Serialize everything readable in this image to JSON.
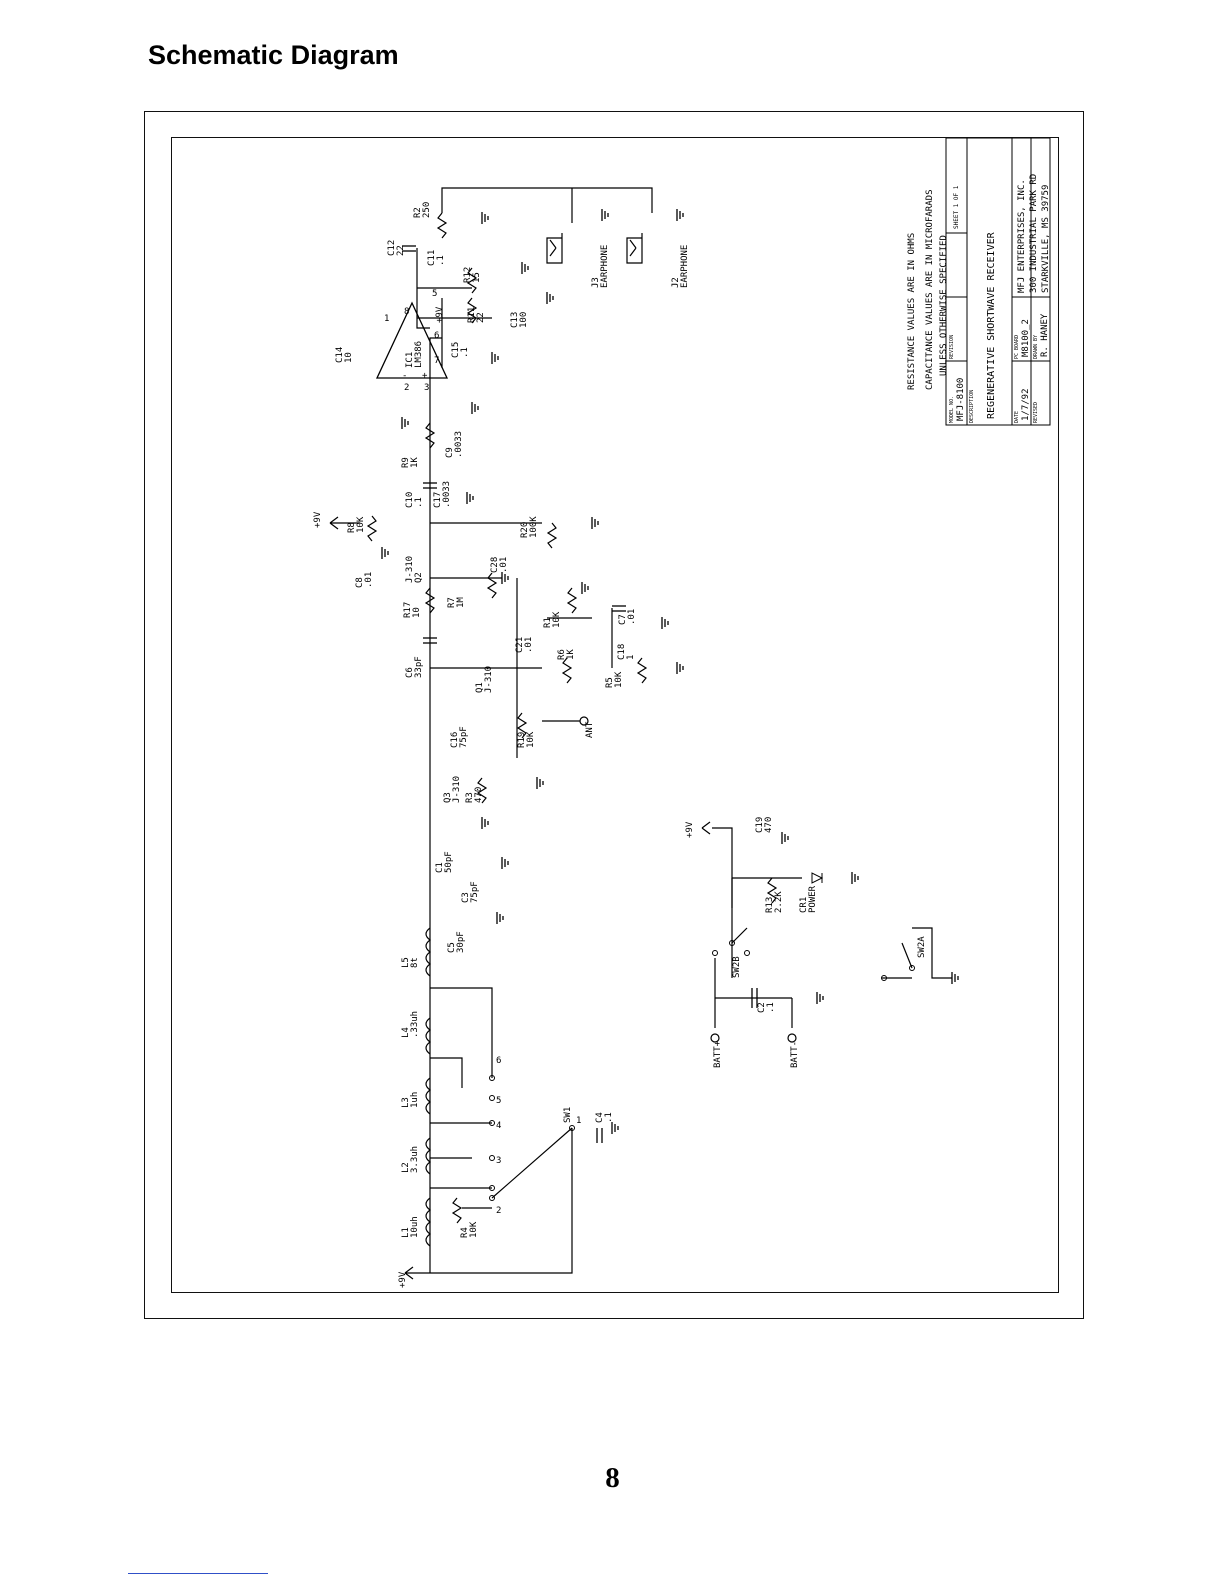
{
  "page": {
    "title": "Schematic Diagram",
    "page_number": "8"
  },
  "title_block": {
    "notes": [
      "RESISTANCE VALUES ARE IN OHMS",
      "CAPACITANCE VALUES ARE IN MICROFARADS",
      "UNLESS OTHERWISE SPECIFIED"
    ],
    "model_no_label": "MODEL NO.",
    "model_no": "MFJ-8100",
    "revision_label": "REVISION",
    "sheet": "SHEET 1 OF 1",
    "description_label": "DESCRIPTION",
    "description": "REGENERATIVE SHORTWAVE RECEIVER",
    "date_label": "DATE",
    "date": "1/7/92",
    "pc_board_label": "PC BOARD",
    "pc_board": "M8100_2",
    "drawn_by_label": "DRAWN BY",
    "drawn_by": "R. HANEY",
    "revised_label": "REVISED",
    "company": [
      "MFJ ENTERPRISES, INC.",
      "300 INDUSTRIAL PARK RD",
      "STARKVILLE, MS 39759"
    ]
  },
  "components": {
    "r2": [
      "R2",
      "250"
    ],
    "c12": [
      "C12",
      "22"
    ],
    "c11": [
      "C11",
      ".1"
    ],
    "r12": [
      "R12",
      "15"
    ],
    "r11": [
      "R11",
      "22"
    ],
    "c13": [
      "C13",
      "100"
    ],
    "c15": [
      "C15",
      ".1"
    ],
    "c14": [
      "C14",
      "10"
    ],
    "ic1": [
      "IC1",
      "LM386"
    ],
    "c9": [
      "C9",
      ".0033"
    ],
    "r9": [
      "R9",
      "1K"
    ],
    "c10": [
      "C10",
      ".1"
    ],
    "c17": [
      "C17",
      ".0033"
    ],
    "r8": [
      "R8",
      "10K"
    ],
    "r20": [
      "R20",
      "100K"
    ],
    "q2": [
      "J-310",
      "Q2"
    ],
    "c28": [
      "C28",
      ".01"
    ],
    "c8": [
      "C8",
      ".01"
    ],
    "r17": [
      "R17",
      "10"
    ],
    "r7": [
      "R7",
      "1M"
    ],
    "r1": [
      "R1",
      "10K"
    ],
    "c21": [
      "C21",
      ".01"
    ],
    "c7": [
      "C7",
      ".01"
    ],
    "c6": [
      "C6",
      "33pF"
    ],
    "r6": [
      "R6",
      "1K"
    ],
    "c18": [
      "C18",
      "1"
    ],
    "r5": [
      "R5",
      "10K"
    ],
    "q1": [
      "Q1",
      "J-310"
    ],
    "c16": [
      "C16",
      "75pF"
    ],
    "r19": [
      "R19",
      "10K"
    ],
    "q3": [
      "Q3",
      "J-310"
    ],
    "r3": [
      "R3",
      "470"
    ],
    "c1": [
      "C1",
      "50pF"
    ],
    "c3": [
      "C3",
      "75pF"
    ],
    "c5": [
      "C5",
      "30pF"
    ],
    "l5": [
      "L5",
      "8t"
    ],
    "l4": [
      "L4",
      ".33uh"
    ],
    "l3": [
      "L3",
      "1uh"
    ],
    "l2": [
      "L2",
      "3.3uh"
    ],
    "l1": [
      "L1",
      "10uh"
    ],
    "r4": [
      "R4",
      "10K"
    ],
    "c4": [
      "C4",
      ".1"
    ],
    "c19": [
      "C19",
      "470"
    ],
    "r13": [
      "R13",
      "2.2K"
    ],
    "cr1": [
      "CR1",
      "POWER"
    ],
    "c2": [
      "C2",
      ".1"
    ],
    "j3": [
      "J3",
      "EARPHONE"
    ],
    "j2": [
      "J2",
      "EARPHONE"
    ]
  },
  "labels": {
    "ant": "ANT",
    "plus9v": "+9V",
    "sw1": "SW1",
    "sw2a": "SW2A",
    "sw2b": "SW2B",
    "batt_plus": "BATT+",
    "batt_minus": "BATT-",
    "pin1": "1",
    "pin2": "2",
    "pin3": "3",
    "pin5": "5",
    "pin6": "6",
    "pin7": "7",
    "pin8": "8",
    "minus": "-",
    "plus": "+",
    "sw_pin1": "1",
    "sw_pin2": "2",
    "sw_pin3": "3",
    "sw_pin4": "4",
    "sw_pin5": "5",
    "sw_pin6": "6"
  }
}
